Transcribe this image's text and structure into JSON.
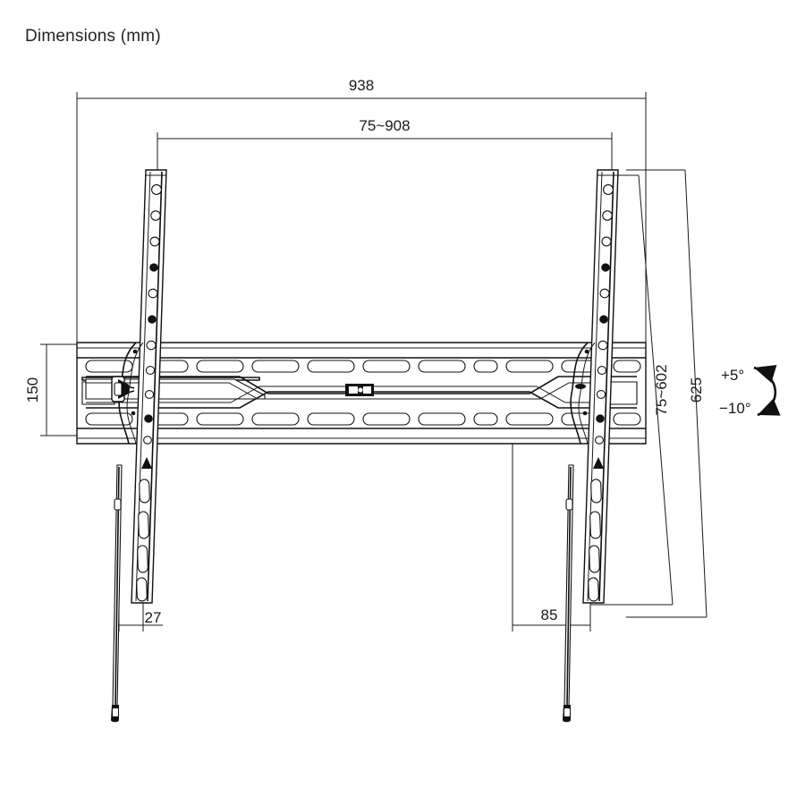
{
  "title": "Dimensions (mm)",
  "units": "mm",
  "drawing": {
    "name": "tv-wall-mount-tilting-bracket",
    "view": "front-elevation"
  },
  "dimensions": {
    "overall_width": "938",
    "vesa_width_range": "75~908",
    "plate_height": "150",
    "vesa_height_range": "75~602",
    "overall_height": "625",
    "depth_left": "27",
    "depth_right": "85"
  },
  "tilt": {
    "up_label": "+5°",
    "down_label": "−10°"
  },
  "colors": {
    "line": "#111111",
    "text": "#1a1a1a",
    "background": "#ffffff"
  }
}
